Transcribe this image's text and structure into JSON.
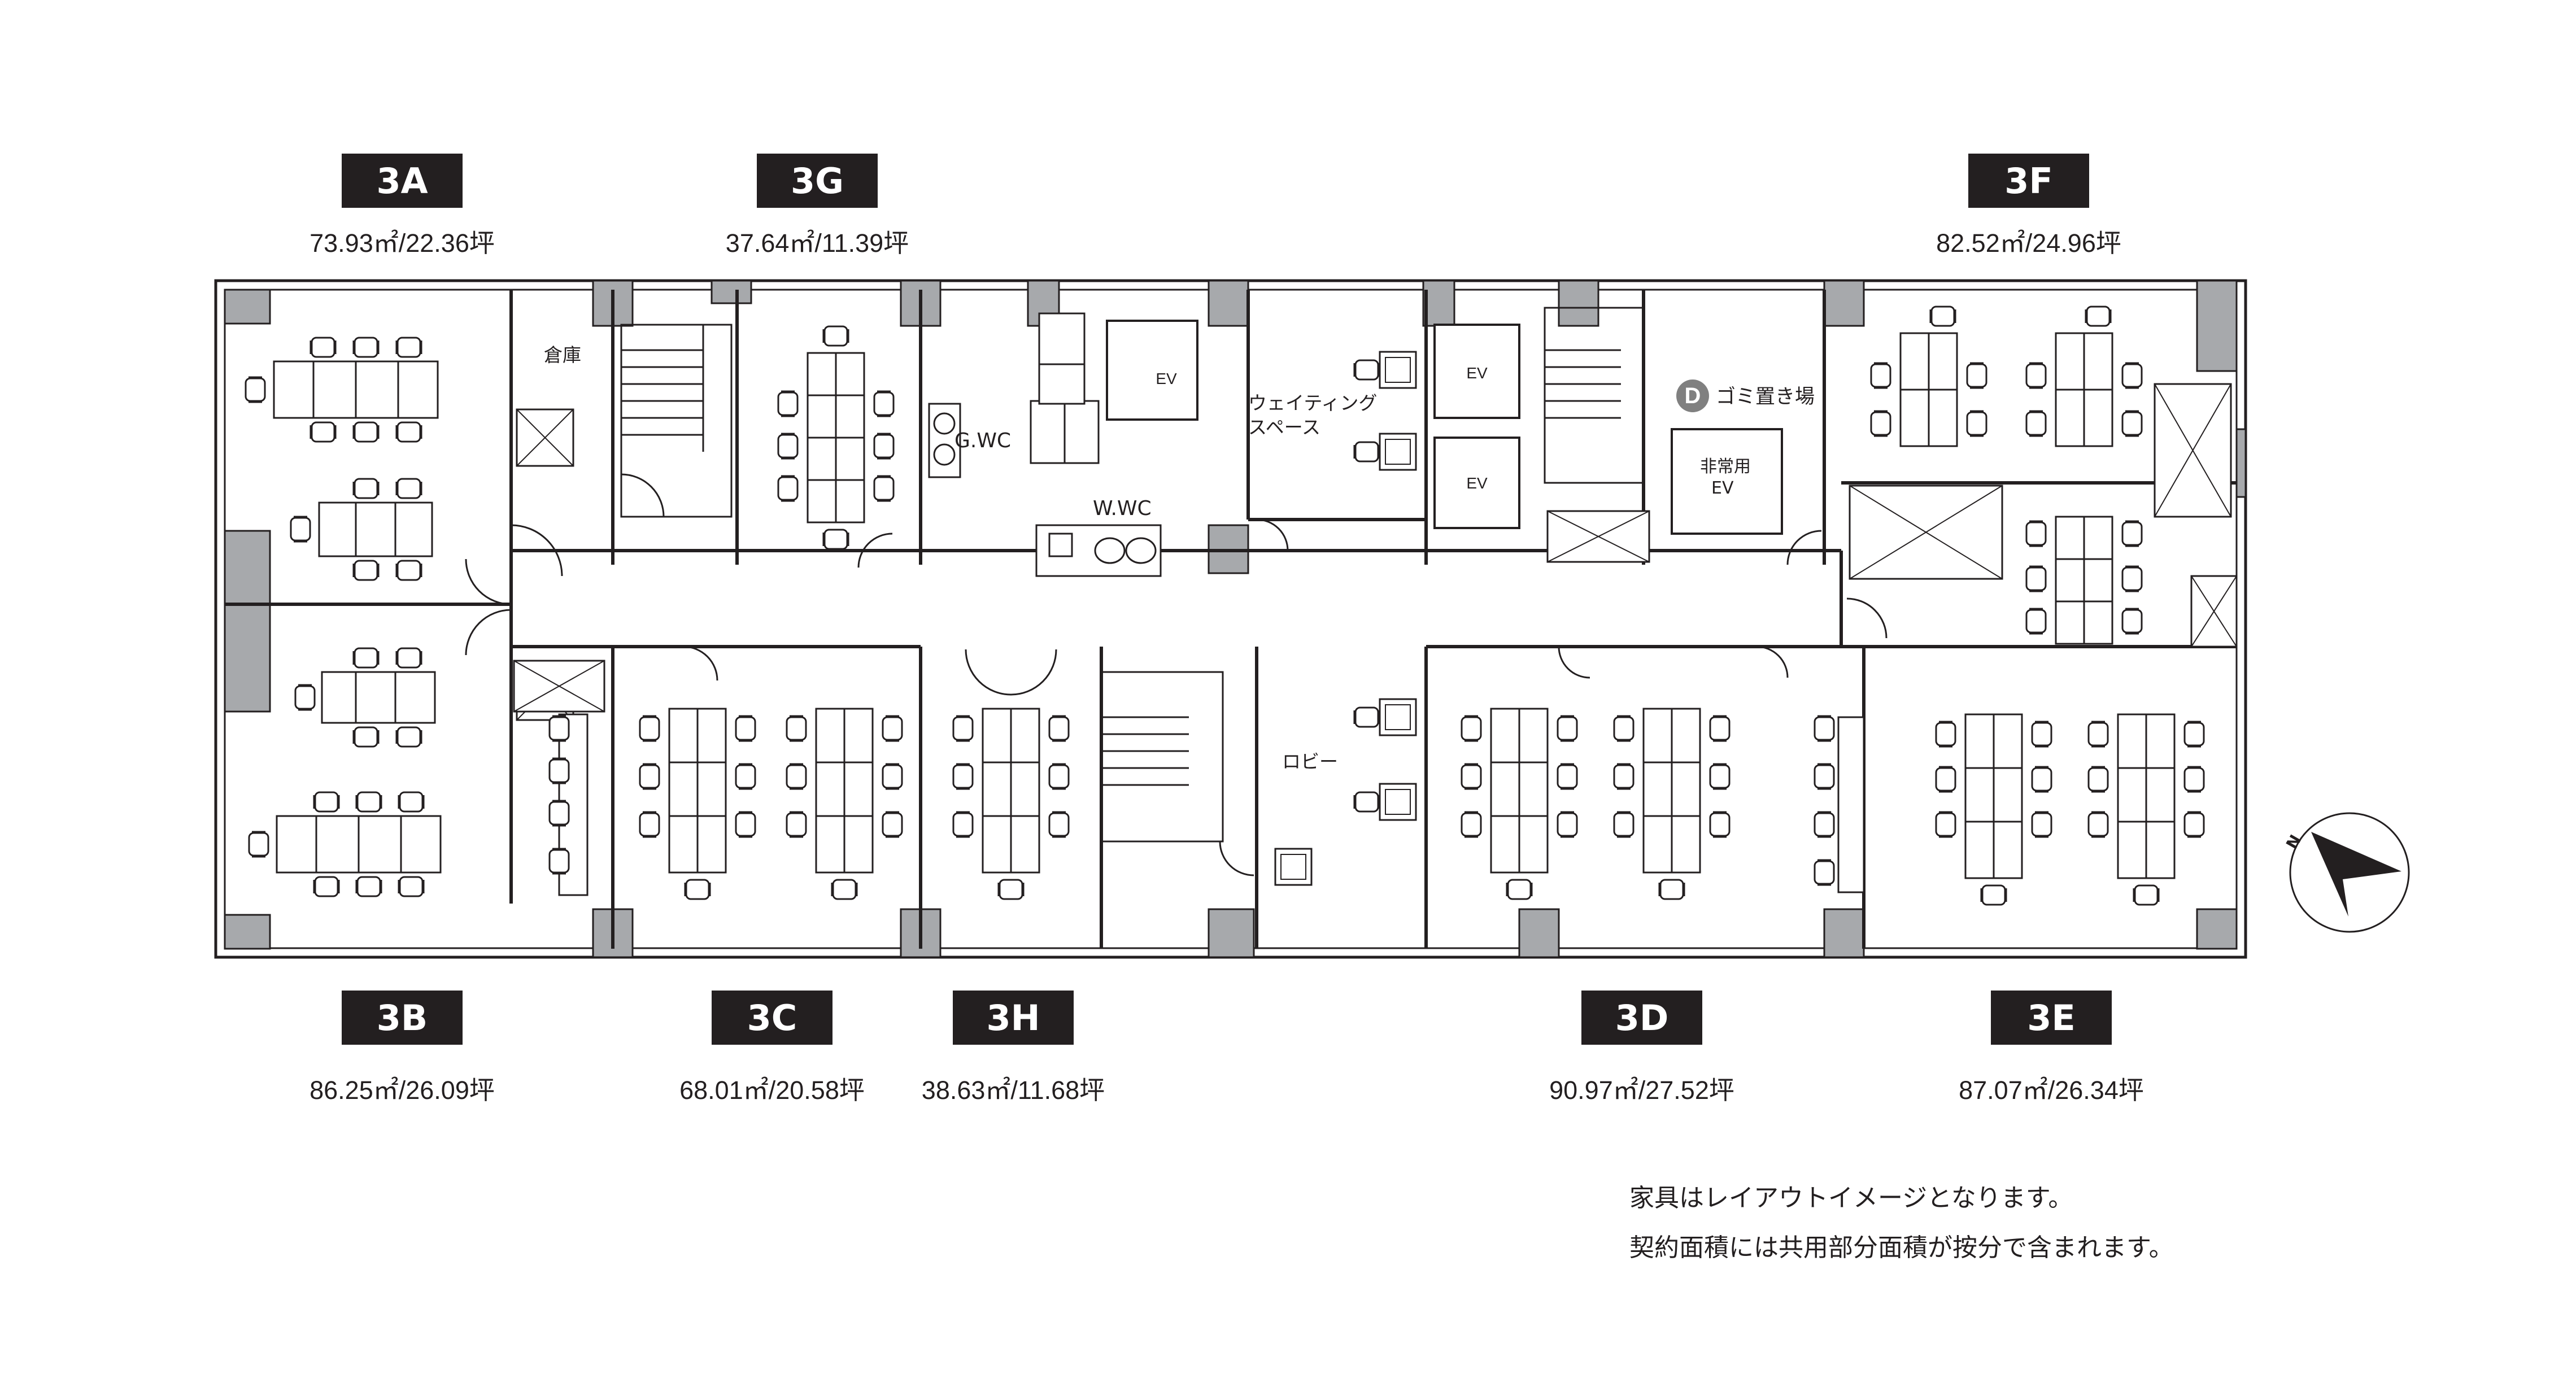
{
  "units": [
    {
      "id": "3A",
      "area": "73.93㎡/22.36坪"
    },
    {
      "id": "3G",
      "area": "37.64㎡/11.39坪"
    },
    {
      "id": "3F",
      "area": "82.52㎡/24.96坪"
    },
    {
      "id": "3B",
      "area": "86.25㎡/26.09坪"
    },
    {
      "id": "3C",
      "area": "68.01㎡/20.58坪"
    },
    {
      "id": "3H",
      "area": "38.63㎡/11.68坪"
    },
    {
      "id": "3D",
      "area": "90.97㎡/27.52坪"
    },
    {
      "id": "3E",
      "area": "87.07㎡/26.34坪"
    }
  ],
  "rooms": {
    "storage": "倉庫",
    "guest_wc": "G.WC",
    "wheelchair_wc": "W.WC",
    "ev": "EV",
    "waiting_line1": "ウェイティング",
    "waiting_line2": "スペース",
    "garbage_badge": "D",
    "garbage": "ゴミ置き場",
    "emergency_ev_line1": "非常用",
    "emergency_ev_line2": "EV",
    "lobby": "ロビー"
  },
  "compass": {
    "north_label": "N"
  },
  "notes": [
    "家具はレイアウトイメージとなります。",
    "契約面積には共用部分面積が按分で含まれます。"
  ],
  "colors": {
    "ink": "#231f20",
    "wall_fill": "#a7a9ac",
    "badge_bg": "#231f20",
    "d_badge": "#808080"
  }
}
